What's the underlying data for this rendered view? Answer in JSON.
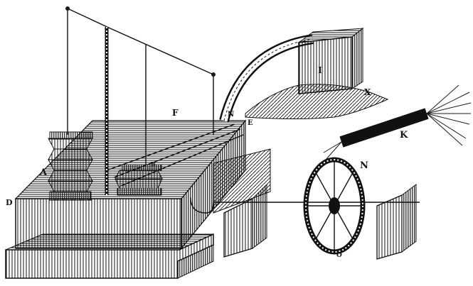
{
  "figure": {
    "labels": {
      "A": "A",
      "D": "D",
      "F": "F",
      "B": "B",
      "E": "E",
      "N1": "N",
      "I": "I",
      "X": "X",
      "K": "K",
      "N2": "N",
      "O": "O"
    }
  }
}
